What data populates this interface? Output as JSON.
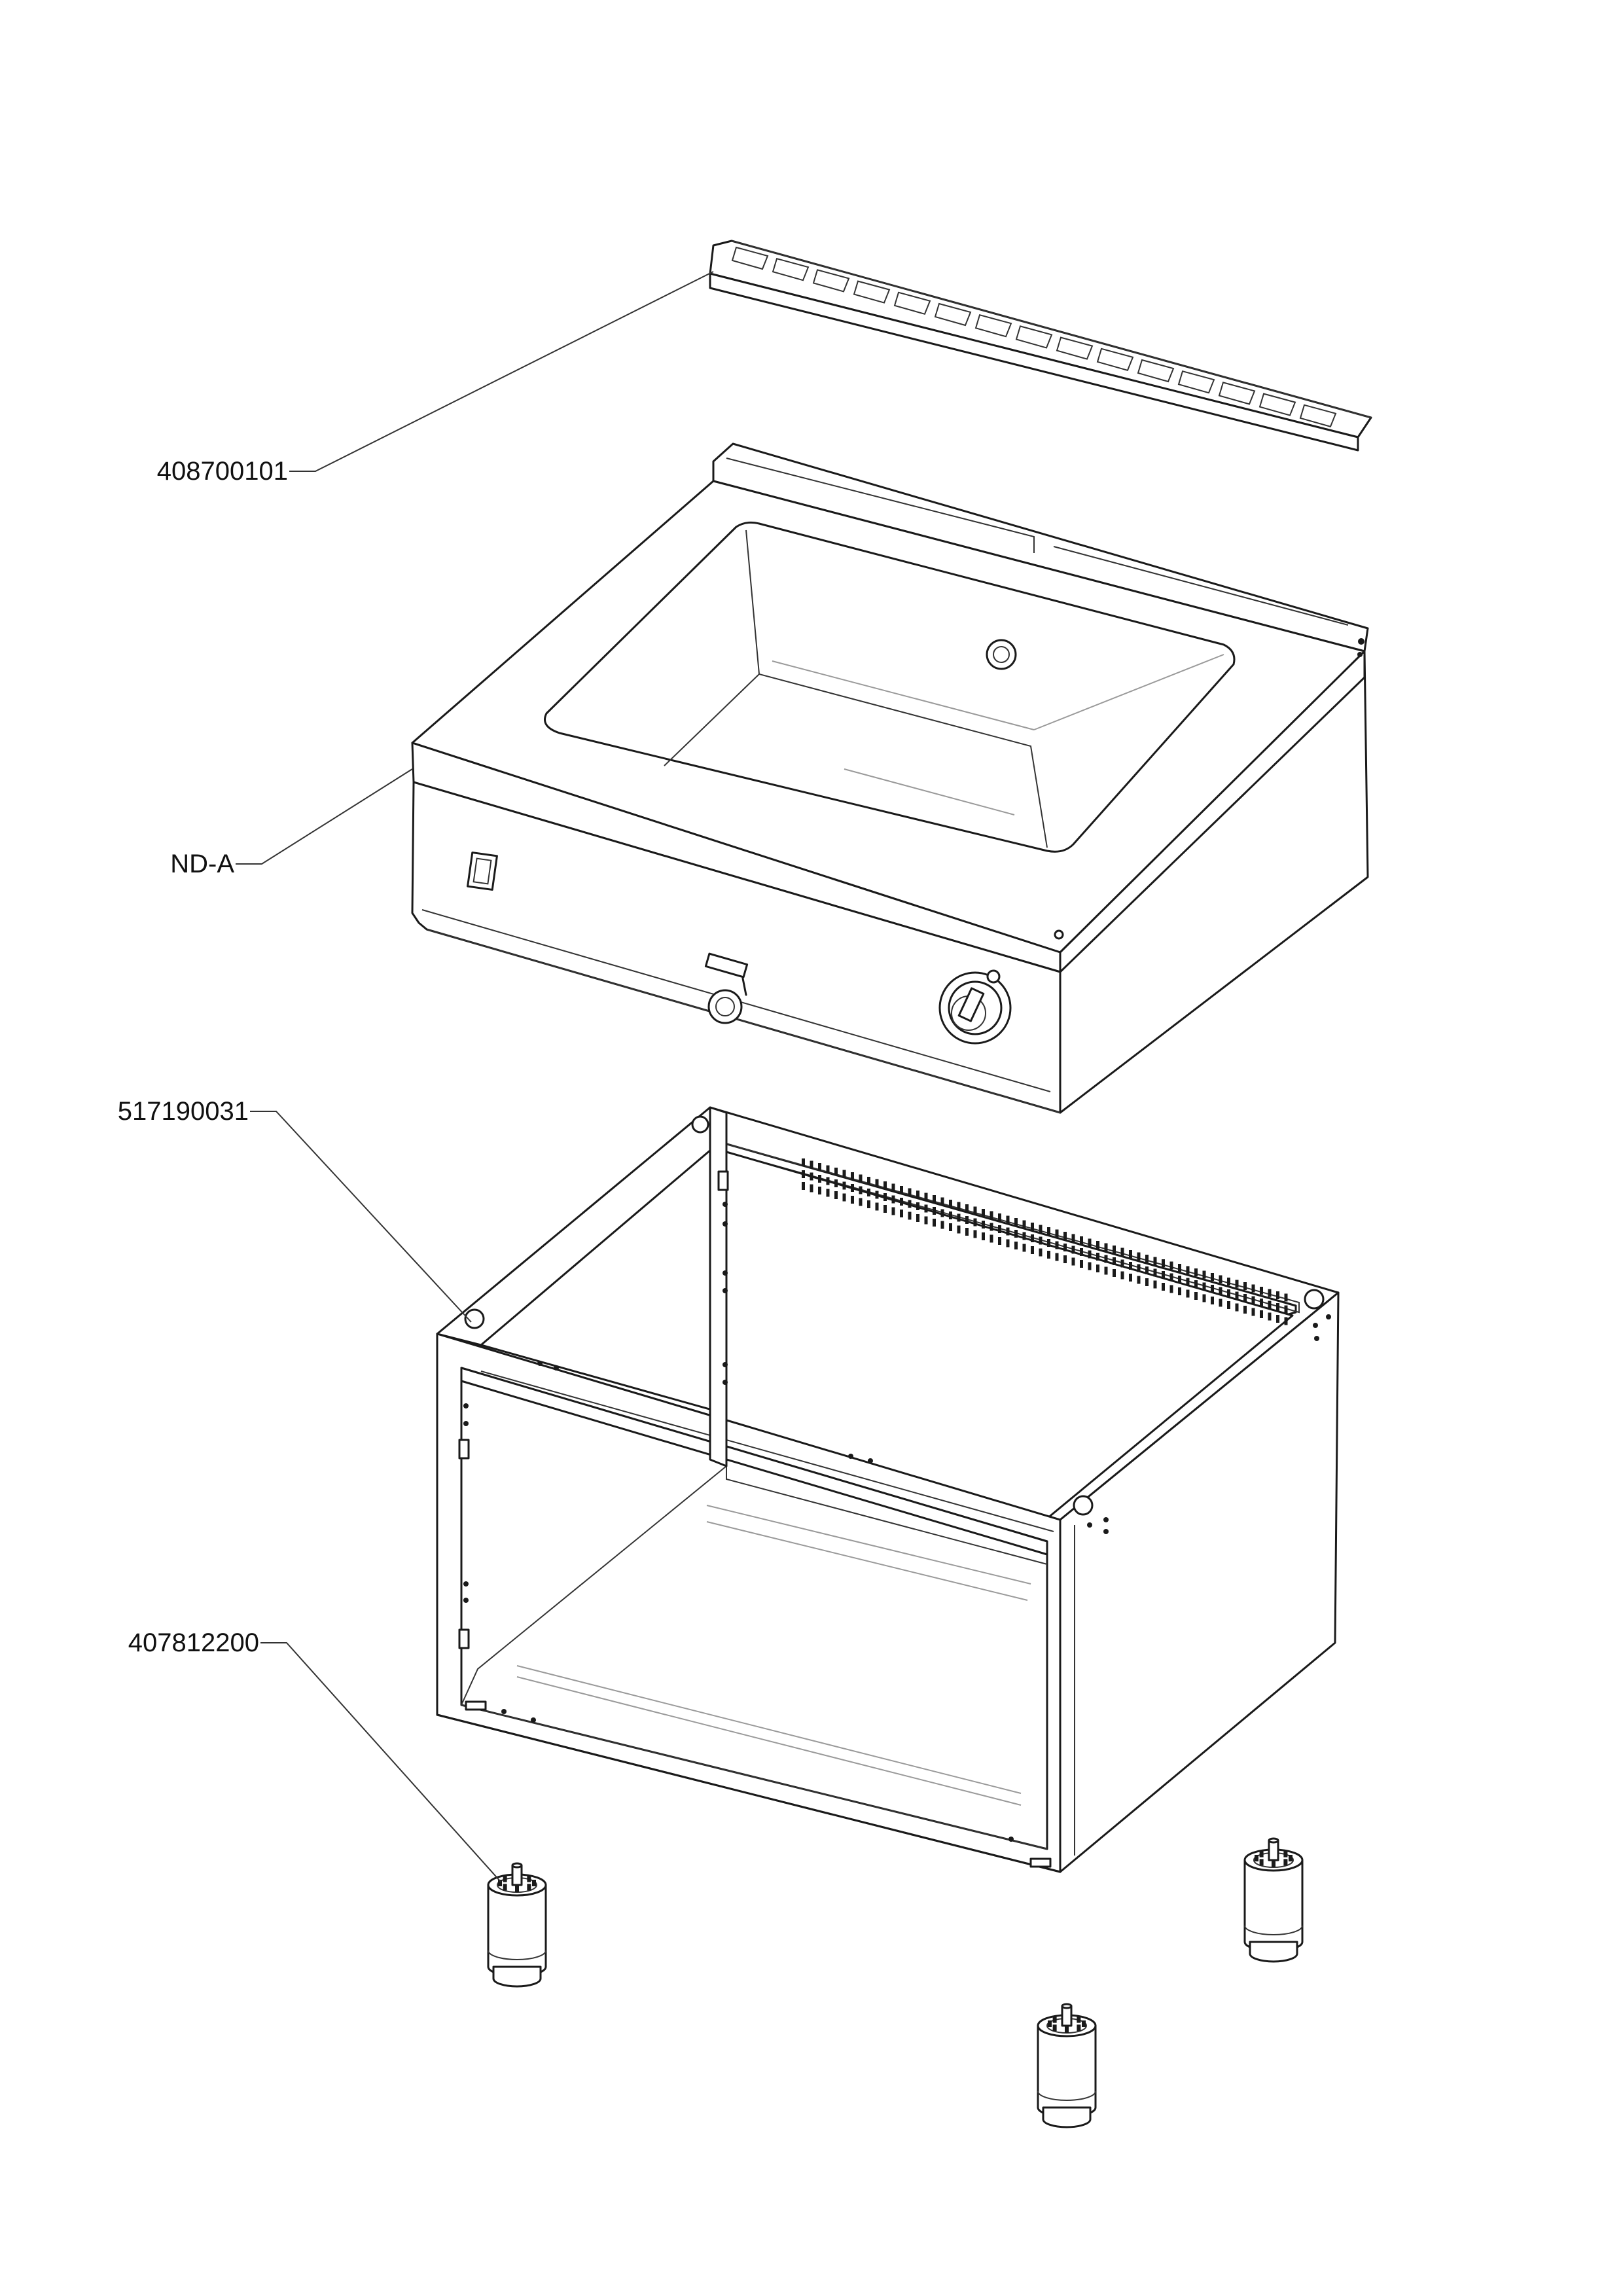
{
  "parts": [
    {
      "id": "rail",
      "label": "408700101"
    },
    {
      "id": "bain-marie-top",
      "label": "ND-A"
    },
    {
      "id": "base-cabinet",
      "label": "517190031"
    },
    {
      "id": "adjustable-foot",
      "label": "407812200"
    }
  ],
  "colors": {
    "line": "#1a1a1a",
    "background": "#ffffff"
  }
}
